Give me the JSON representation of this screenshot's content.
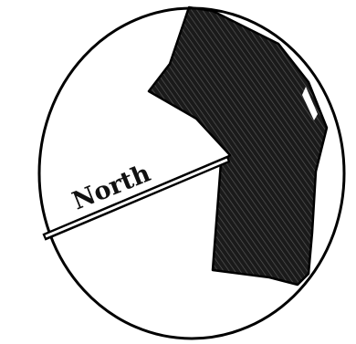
{
  "diagram": {
    "pointer_label": "North",
    "colors": {
      "ink": "#111111",
      "paper": "#ffffff",
      "hatch": "#3a3a3a"
    },
    "icons": [
      "circle-outline",
      "hatched-polygon-shape",
      "north-pointer-line"
    ]
  }
}
